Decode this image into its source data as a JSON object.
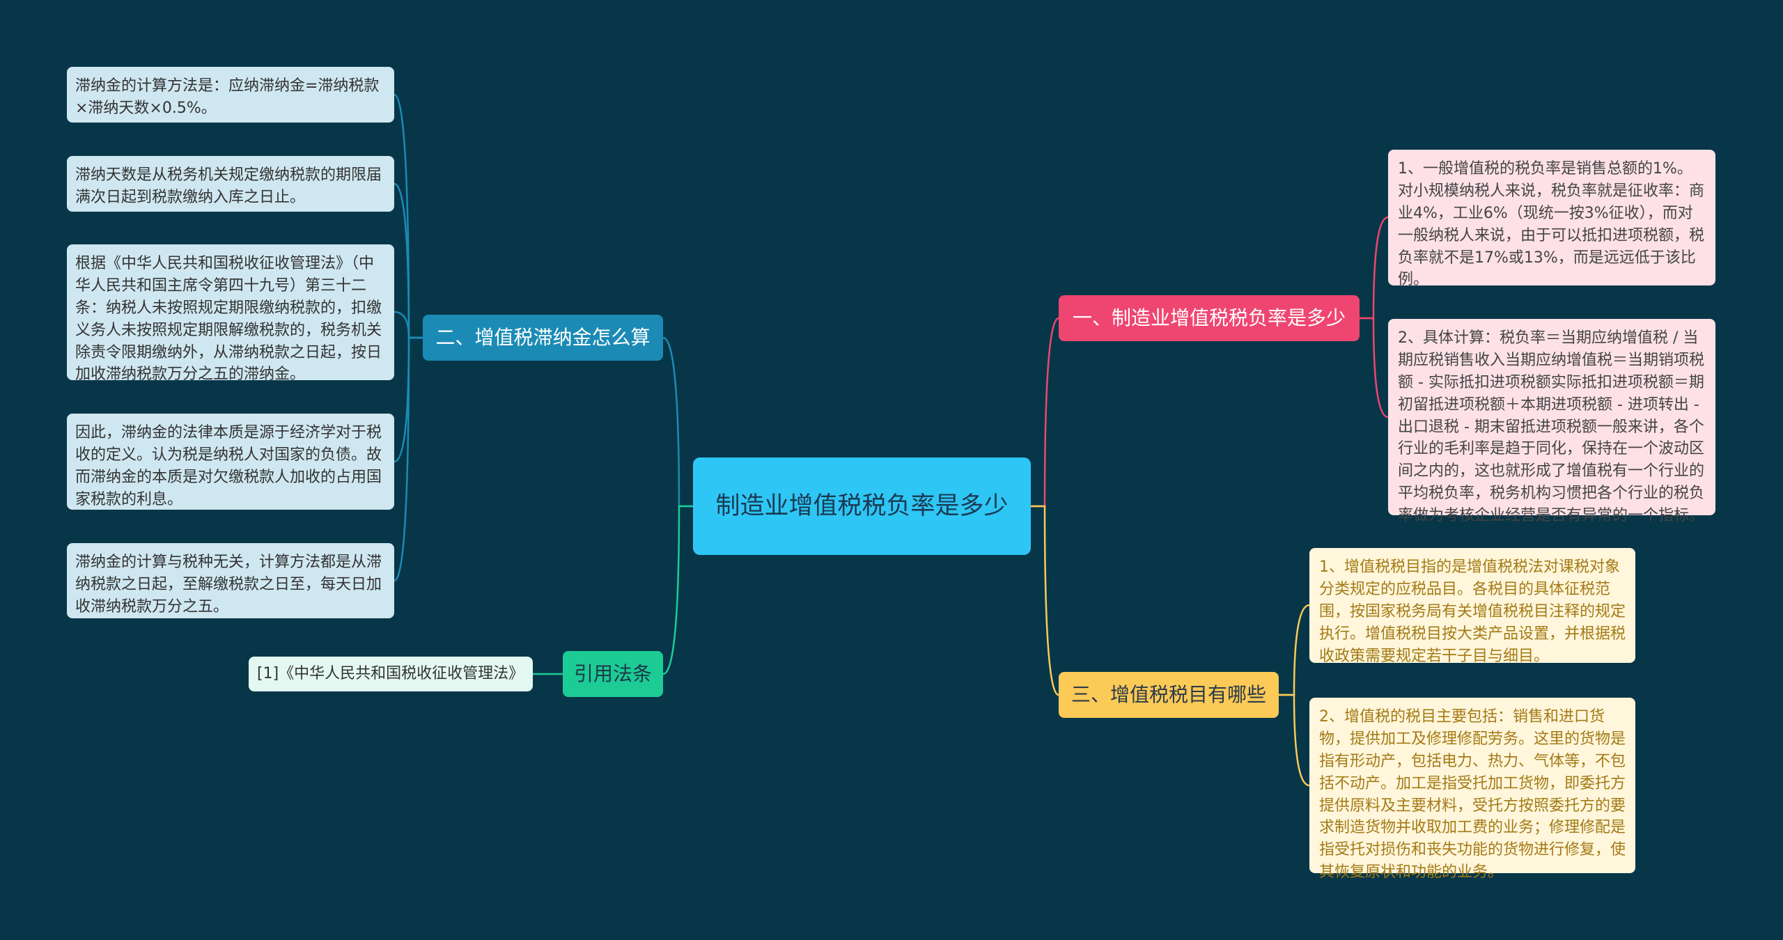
{
  "root": {
    "label": "制造业增值税税负率是多少"
  },
  "branches": {
    "b1": {
      "label": "一、制造业增值税税负率是多少",
      "leaves": [
        "1、一般增值税的税负率是销售总额的1%。对小规模纳税人来说，税负率就是征收率：商业4%，工业6%（现统一按3%征收），而对一般纳税人来说，由于可以抵扣进项税额，税负率就不是17%或13%，而是远远低于该比例。",
        "2、具体计算：税负率＝当期应纳增值税 / 当期应税销售收入当期应纳增值税＝当期销项税额 - 实际抵扣进项税额实际抵扣进项税额＝期初留抵进项税额＋本期进项税额 - 进项转出 - 出口退税 - 期末留抵进项税额一般来讲，各个行业的毛利率是趋于同化，保持在一个波动区间之内的，这也就形成了增值税有一个行业的平均税负率，税务机构习惯把各个行业的税负率做为考核企业经营是否有异常的一个指标。"
      ]
    },
    "b3": {
      "label": "三、增值税税目有哪些",
      "leaves": [
        "1、增值税税目指的是增值税税法对课税对象分类规定的应税品目。各税目的具体征税范围，按国家税务局有关增值税税目注释的规定执行。增值税税目按大类产品设置，并根据税收政策需要规定若干子目与细目。",
        "2、增值税的税目主要包括：销售和进口货物，提供加工及修理修配劳务。这里的货物是指有形动产，包括电力、热力、气体等，不包括不动产。加工是指受托加工货物，即委托方提供原料及主要材料，受托方按照委托方的要求制造货物并收取加工费的业务；修理修配是指受托对损伤和丧失功能的货物进行修复，使其恢复原状和功能的业务。"
      ]
    },
    "b2": {
      "label": "二、增值税滞纳金怎么算",
      "leaves": [
        "滞纳金的计算方法是：应纳滞纳金=滞纳税款×滞纳天数×0.5%。",
        "滞纳天数是从税务机关规定缴纳税款的期限届满次日起到税款缴纳入库之日止。",
        "根据《中华人民共和国税收征收管理法》（中华人民共和国主席令第四十九号）第三十二条：纳税人未按照规定期限缴纳税款的，扣缴义务人未按照规定期限解缴税款的，税务机关除责令限期缴纳外，从滞纳税款之日起，按日加收滞纳税款万分之五的滞纳金。",
        "因此，滞纳金的法律本质是源于经济学对于税收的定义。认为税是纳税人对国家的负债。故而滞纳金的本质是对欠缴税款人加收的占用国家税款的利息。",
        "滞纳金的计算与税种无关，计算方法都是从滞纳税款之日起，至解缴税款之日至，每天日加收滞纳税款万分之五。"
      ]
    },
    "b4": {
      "label": "引用法条",
      "leaves": [
        "[1]《中华人民共和国税收征收管理法》"
      ]
    }
  },
  "colors": {
    "background": "#073648",
    "root": "#2ec6f5",
    "branch1": "#ef4671",
    "branch2": "#1b8bb5",
    "branch3": "#fbca57",
    "branch4": "#1dcb95"
  }
}
